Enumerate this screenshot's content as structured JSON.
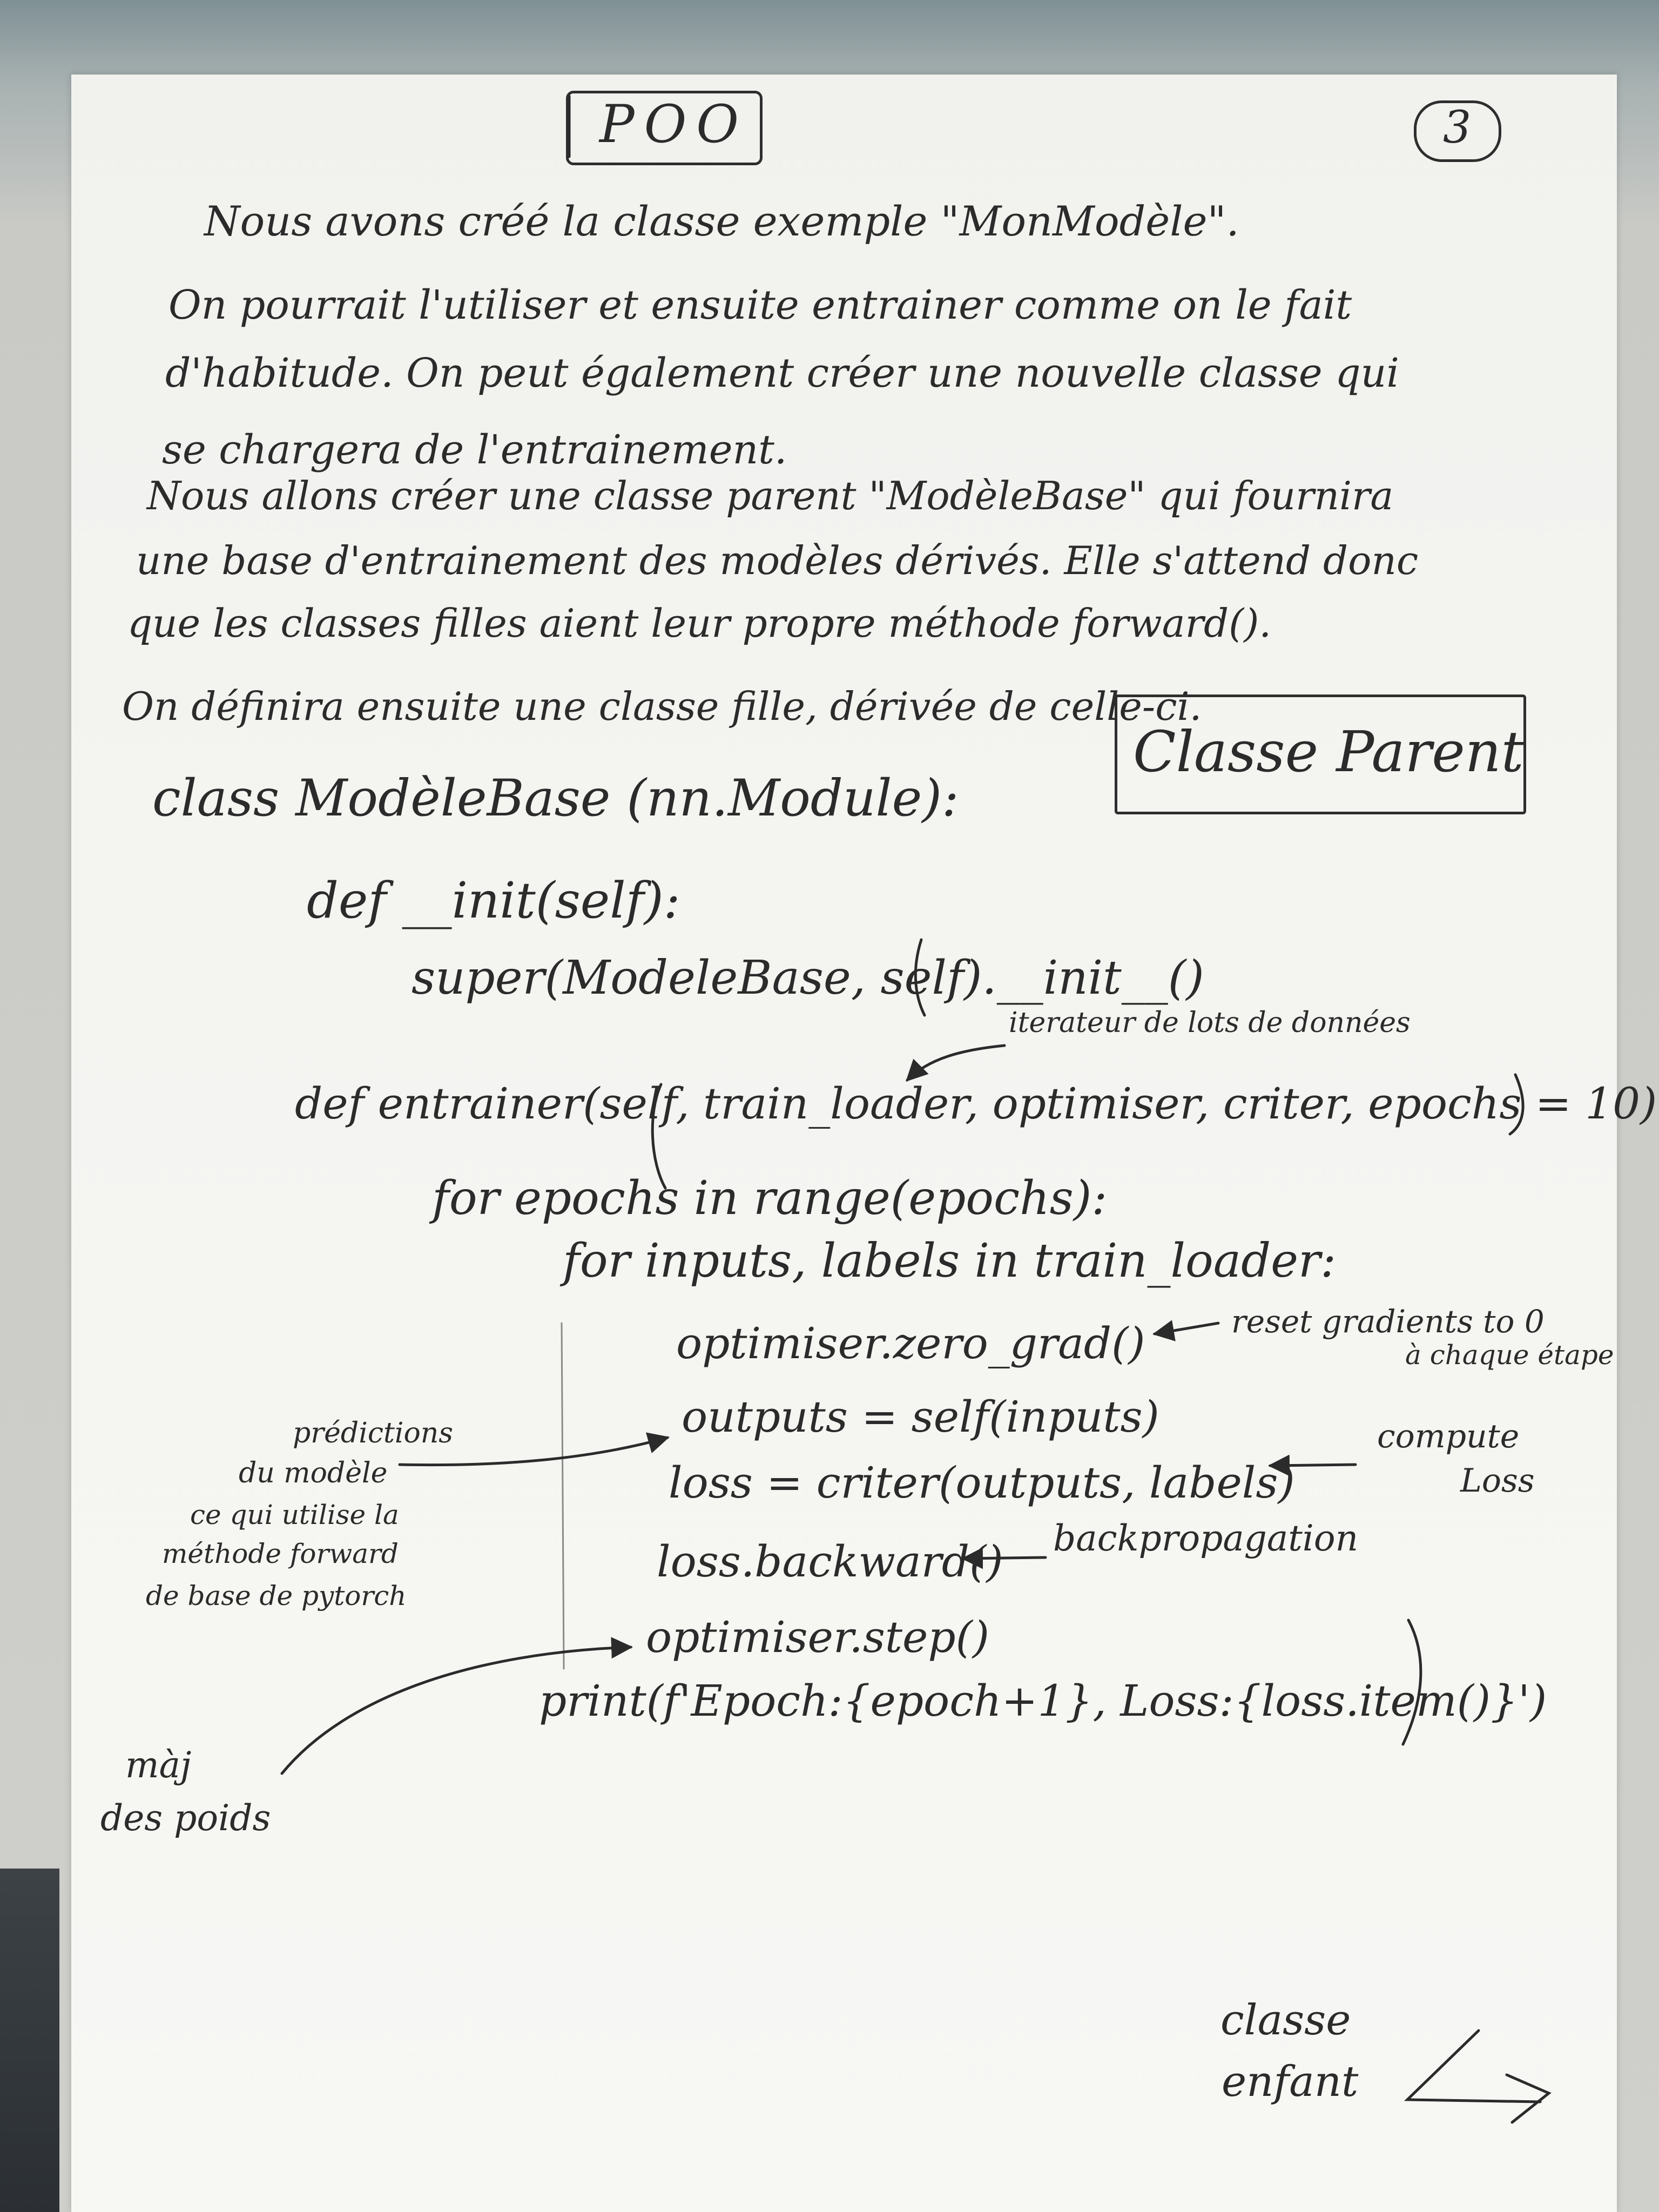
{
  "header": {
    "title": "POO",
    "page_number": "3"
  },
  "intro": [
    "Nous avons créé la classe exemple \"MonModèle\".",
    "On pourrait l'utiliser et ensuite entrainer comme on le fait",
    "d'habitude. On peut également créer une nouvelle classe qui",
    "se chargera de l'entrainement.",
    "Nous allons créer une classe parent \"ModèleBase\" qui fournira",
    "une base d'entrainement des modèles dérivés. Elle s'attend donc",
    "que les classes filles aient leur propre méthode forward().",
    "On définira ensuite une classe fille, dérivée de celle-ci."
  ],
  "parent_box_label": "Classe Parent",
  "code": {
    "class_line": "class ModèleBase (nn.Module):",
    "init_def": "def __init(self):",
    "super_call": "super(ModeleBase, self).__init__()",
    "train_def": "def entrainer(self, train_loader, optimiser, criter, epochs = 10):",
    "for_epochs": "for epochs in range(epochs):",
    "for_inputs": "for inputs, labels in train_loader:",
    "zero_grad": "optimiser.zero_grad()",
    "outputs": "outputs = self(inputs)",
    "loss": "loss = criter(outputs, labels)",
    "backward": "loss.backward()",
    "step": "optimiser.step()",
    "print": "print(f'Epoch:{epoch+1}, Loss:{loss.item()}')"
  },
  "annotations": {
    "iterateur": "iterateur de lots de données",
    "reset_1": "reset gradients to 0",
    "reset_2": "à chaque étape",
    "predictions": [
      "prédictions",
      "du modèle",
      "ce qui utilise la",
      "méthode forward",
      "de base de pytorch"
    ],
    "compute_1": "compute",
    "compute_2": "Loss",
    "backprop": "backpropagation",
    "maj": [
      "màj",
      "des poids"
    ]
  },
  "footer": {
    "line1": "classe",
    "line2": "enfant"
  }
}
